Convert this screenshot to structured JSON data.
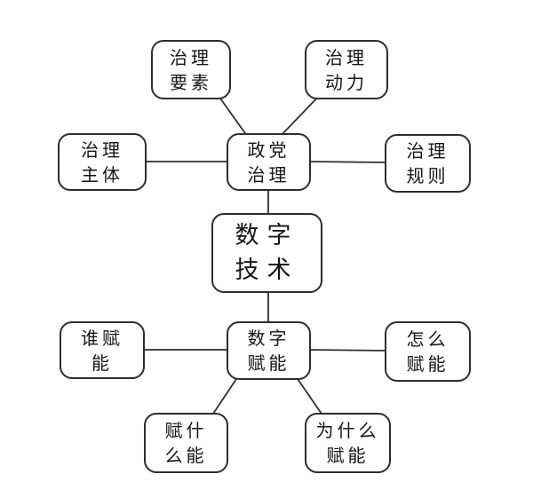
{
  "diagram": {
    "type": "concept-map",
    "background_color": "#ffffff",
    "stroke_color": "#2e2e2e",
    "text_color": "#151515",
    "nodes": [
      {
        "id": "governance-elements",
        "label": "治理要素",
        "lines": [
          "治理",
          "要素"
        ]
      },
      {
        "id": "governance-dynamics",
        "label": "治理动力",
        "lines": [
          "治理",
          "动力"
        ]
      },
      {
        "id": "governance-subjects",
        "label": "治理主体",
        "lines": [
          "治理",
          "主体"
        ]
      },
      {
        "id": "party-governance",
        "label": "政党治理",
        "lines": [
          "政党",
          "治理"
        ]
      },
      {
        "id": "governance-rules",
        "label": "治理规则",
        "lines": [
          "治理",
          "规则"
        ]
      },
      {
        "id": "digital-technology",
        "label": "数字技术",
        "lines": [
          "数字",
          "技术"
        ]
      },
      {
        "id": "who-empowers",
        "label": "谁赋能",
        "lines": [
          "谁赋",
          "能"
        ]
      },
      {
        "id": "digital-empowerment",
        "label": "数字赋能",
        "lines": [
          "数字",
          "赋能"
        ]
      },
      {
        "id": "how-to-empower",
        "label": "怎么赋能",
        "lines": [
          "怎么",
          "赋能"
        ]
      },
      {
        "id": "empower-what",
        "label": "赋什么能",
        "lines": [
          "赋什",
          "么能"
        ]
      },
      {
        "id": "why-empower",
        "label": "为什么赋能",
        "lines": [
          "为什么",
          "赋能"
        ]
      }
    ],
    "edges": [
      {
        "from": "治理要素",
        "to": "政党治理"
      },
      {
        "from": "治理动力",
        "to": "政党治理"
      },
      {
        "from": "治理主体",
        "to": "政党治理"
      },
      {
        "from": "政党治理",
        "to": "治理规则"
      },
      {
        "from": "政党治理",
        "to": "数字技术"
      },
      {
        "from": "数字技术",
        "to": "数字赋能"
      },
      {
        "from": "谁赋能",
        "to": "数字赋能"
      },
      {
        "from": "数字赋能",
        "to": "怎么赋能"
      },
      {
        "from": "数字赋能",
        "to": "赋什么能"
      },
      {
        "from": "数字赋能",
        "to": "为什么赋能"
      }
    ]
  }
}
